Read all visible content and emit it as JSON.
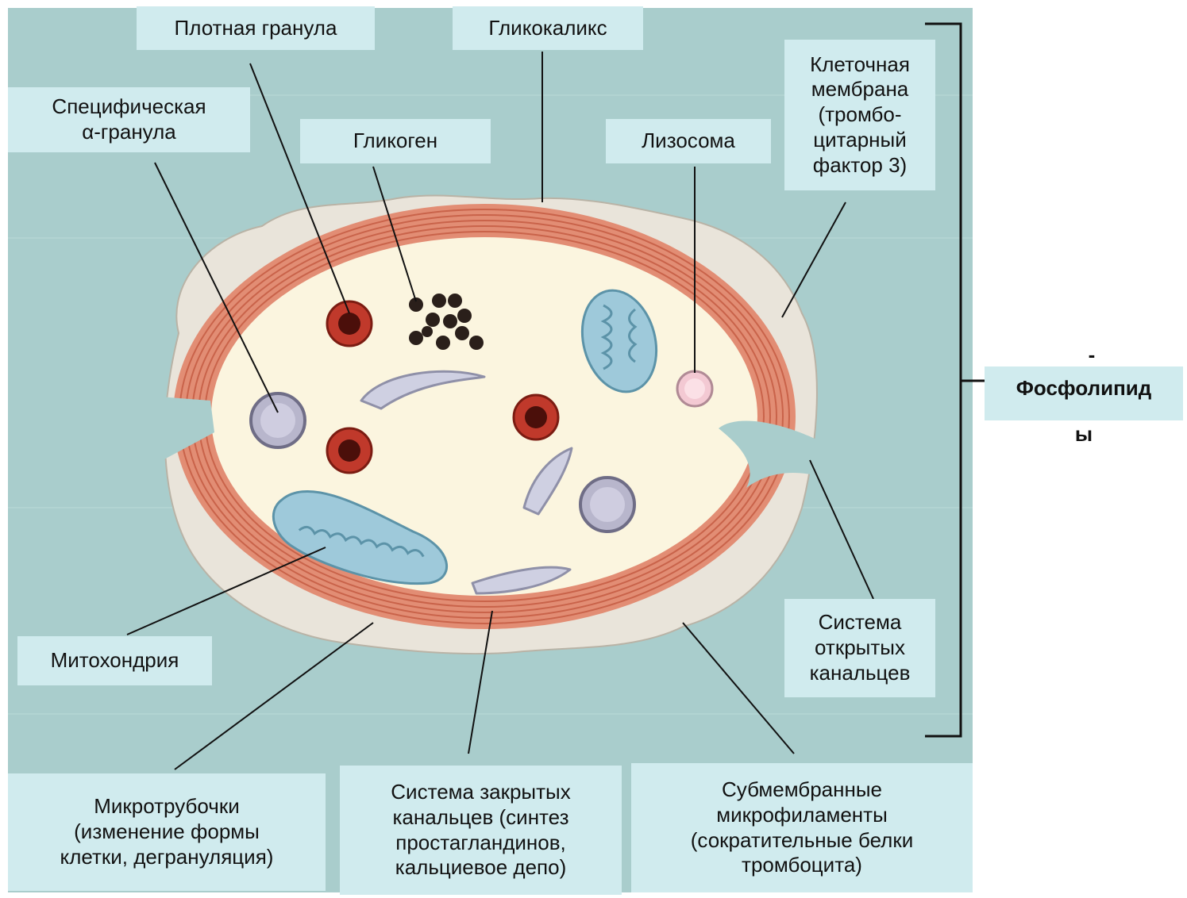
{
  "labels": {
    "dense_granule": "Плотная гранула",
    "glycocalyx": "Гликокаликс",
    "cell_membrane": "Клеточная\nмембрана\n(тромбо-\nцитарный\nфактор 3)",
    "alpha_granule": "Специфическая\nα-гранула",
    "glycogen": "Гликоген",
    "lysosome": "Лизосома",
    "mitochondrion": "Митохондрия",
    "open_canalicular": "Система\nоткрытых\nканальцев",
    "microtubules": "Микротрубочки\n(изменение формы\nклетки, дегрануляция)",
    "closed_canalicular": "Система закрытых\nканальцев (синтез\nпростагландинов,\nкальциевое депо)",
    "submembrane": "Субмембранные\nмикрофиламенты\n(сократительные белки\nтромбоцита)"
  },
  "side_label": {
    "dash": "-",
    "line1": "Фосфолипид",
    "line2": "ы"
  },
  "colors": {
    "background": "#a9cdcc",
    "label_bg": "#d0ebee",
    "membrane": "#e28d74",
    "membrane_stripe": "#c9634a",
    "cytoplasm": "#fbf5df",
    "glycocalyx": "#e9e4da",
    "granule_red": "#c0392b",
    "mitochondrion": "#9ec9da",
    "vesicle": "#cfd0e2"
  }
}
